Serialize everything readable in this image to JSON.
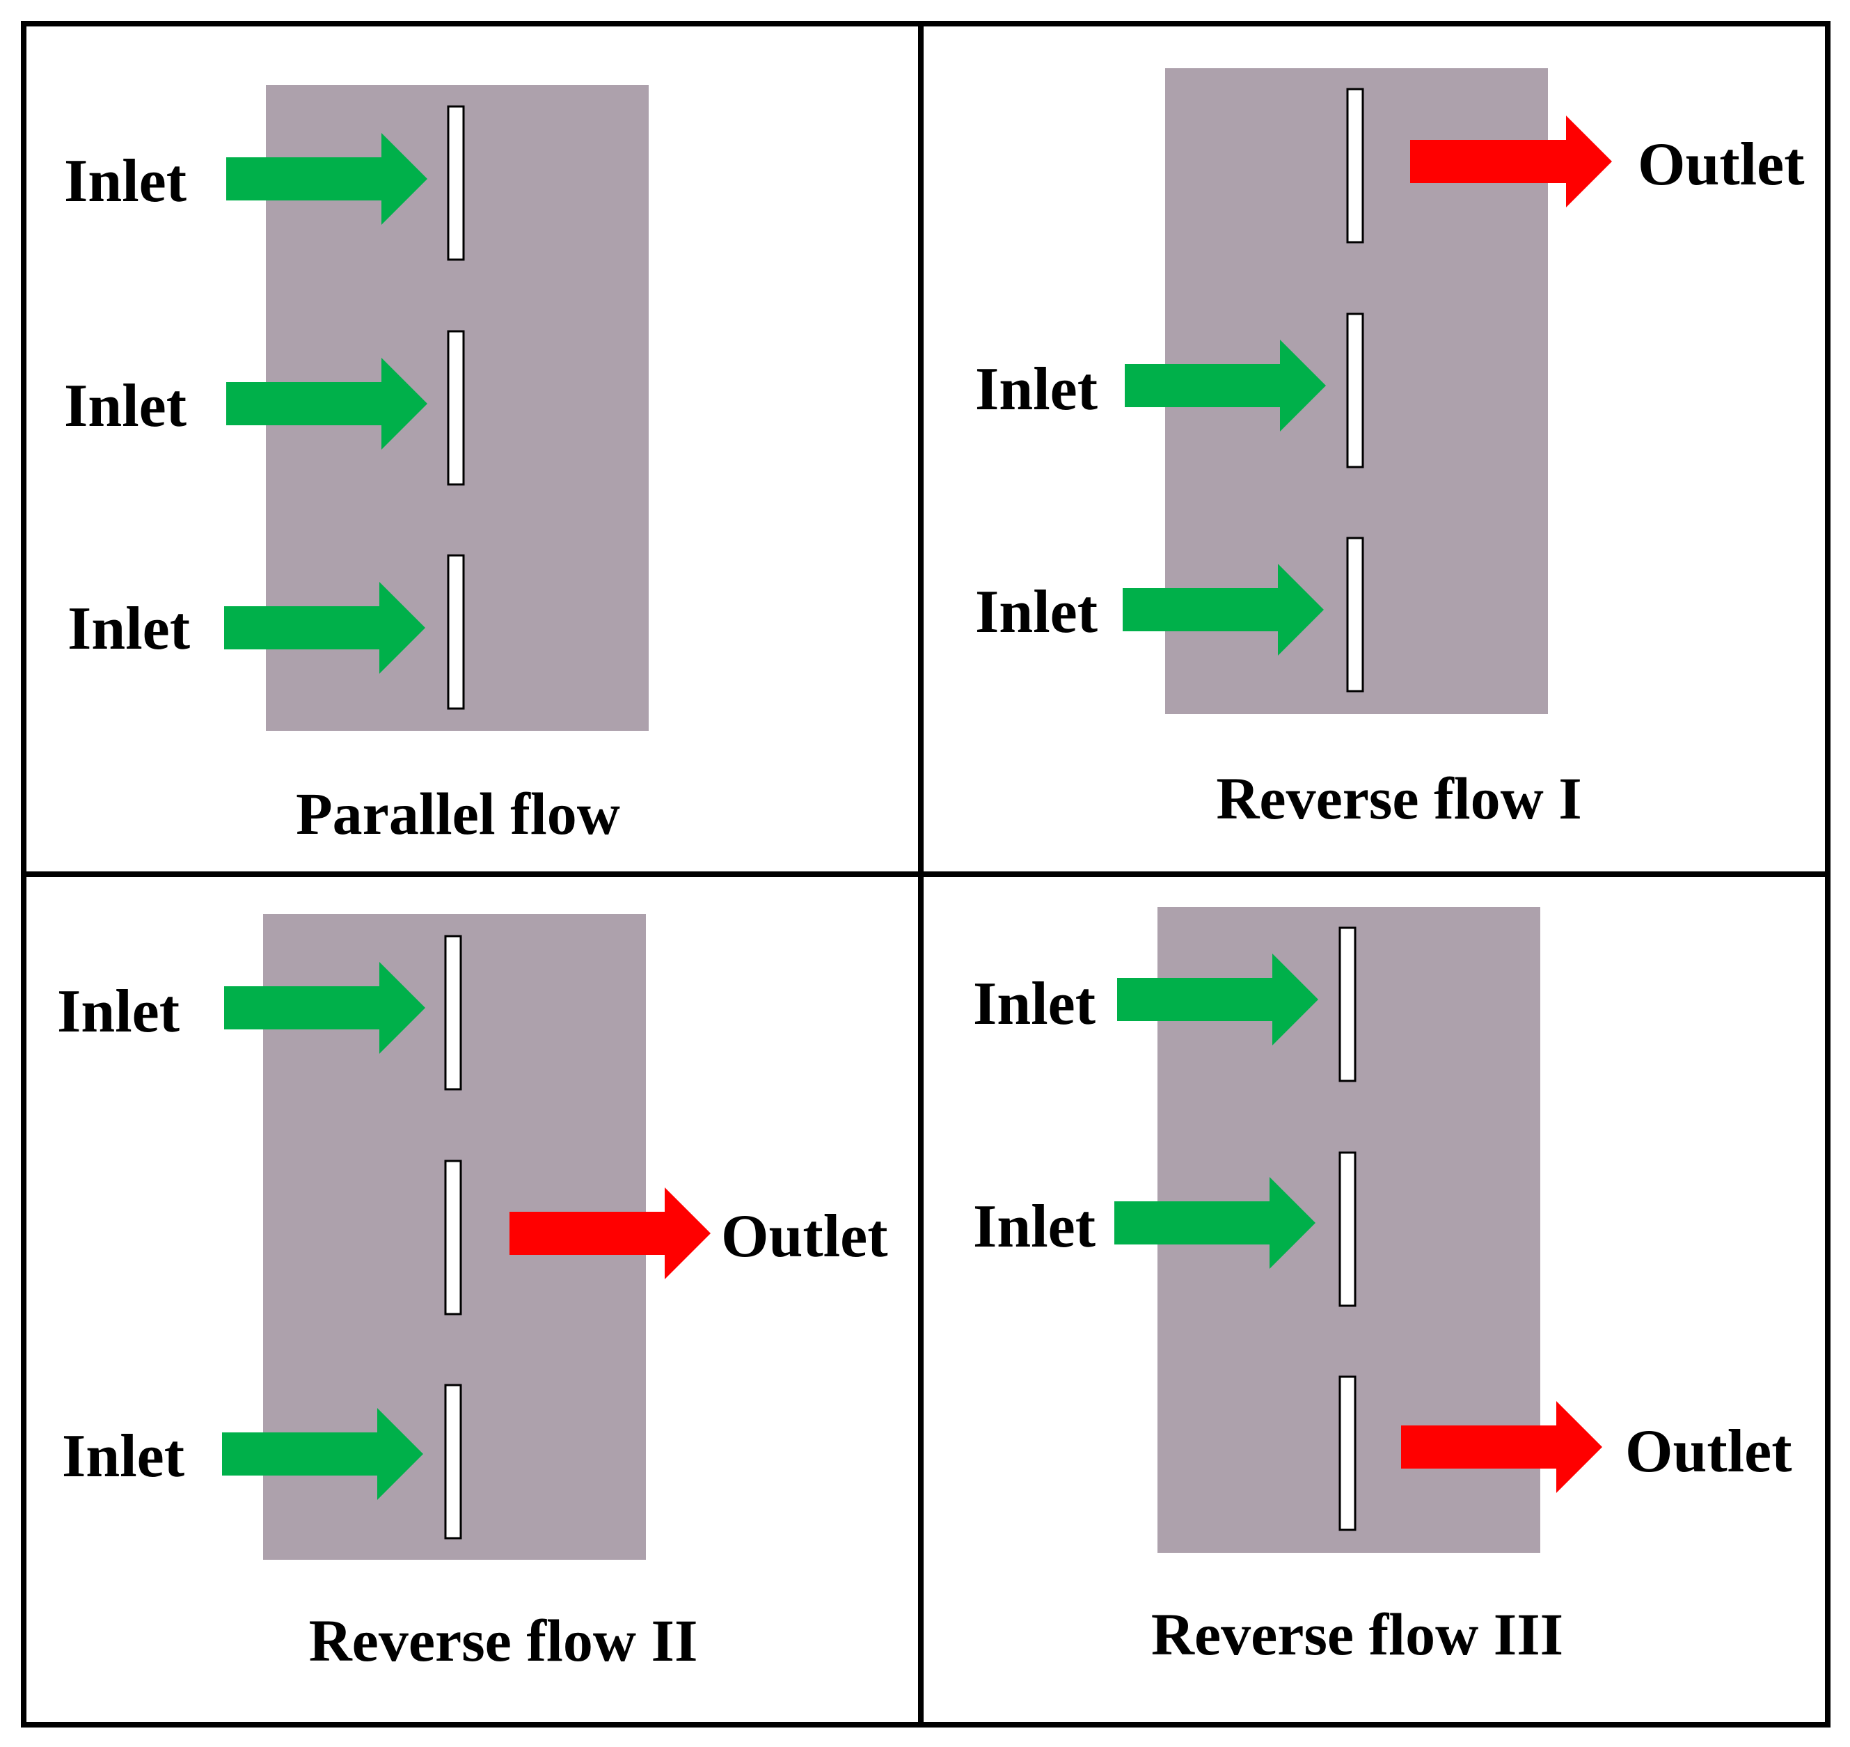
{
  "colors": {
    "background": "#ffffff",
    "border": "#000000",
    "plate": "#ada1ac",
    "slot_fill": "#ffffff",
    "inlet_arrow": "#00b04a",
    "outlet_arrow": "#ff0000"
  },
  "panels": [
    {
      "caption": "Parallel flow",
      "ports": [
        {
          "kind": "inlet",
          "label": "Inlet"
        },
        {
          "kind": "inlet",
          "label": "Inlet"
        },
        {
          "kind": "inlet",
          "label": "Inlet"
        }
      ]
    },
    {
      "caption": "Reverse flow I",
      "ports": [
        {
          "kind": "outlet",
          "label": "Outlet"
        },
        {
          "kind": "inlet",
          "label": "Inlet"
        },
        {
          "kind": "inlet",
          "label": "Inlet"
        }
      ]
    },
    {
      "caption": "Reverse flow II",
      "ports": [
        {
          "kind": "inlet",
          "label": "Inlet"
        },
        {
          "kind": "outlet",
          "label": "Outlet"
        },
        {
          "kind": "inlet",
          "label": "Inlet"
        }
      ]
    },
    {
      "caption": "Reverse flow III",
      "ports": [
        {
          "kind": "inlet",
          "label": "Inlet"
        },
        {
          "kind": "inlet",
          "label": "Inlet"
        },
        {
          "kind": "outlet",
          "label": "Outlet"
        }
      ]
    }
  ]
}
